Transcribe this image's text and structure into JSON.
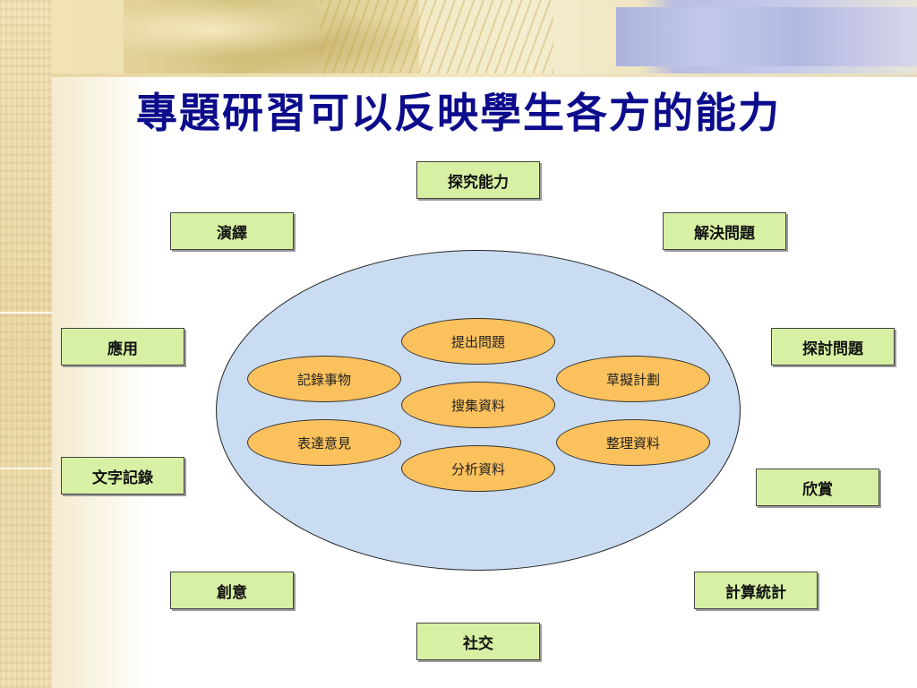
{
  "title": "專題研習可以反映學生各方的能力",
  "outer_abilities": [
    "探究能力",
    "演繹",
    "解決問題",
    "應用",
    "探討問題",
    "文字記錄",
    "欣賞",
    "創意",
    "計算統計",
    "社交"
  ],
  "inner_processes": [
    "提出問題",
    "記錄事物",
    "草擬計劃",
    "搜集資料",
    "表達意見",
    "整理資料",
    "分析資料"
  ],
  "colors": {
    "title": "#0c0c8c",
    "outer_box_fill": "#d7f0a3",
    "ellipse_fill": "#c9dcf1",
    "process_fill": "#fbc15d"
  }
}
